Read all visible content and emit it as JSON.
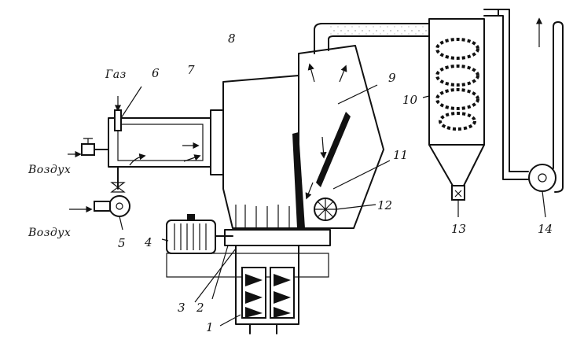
{
  "labels": {
    "gas": "Газ",
    "air_top": "Воздух",
    "air_bottom": "Воздух",
    "n1": "1",
    "n2": "2",
    "n3": "3",
    "n4": "4",
    "n5": "5",
    "n6": "6",
    "n7": "7",
    "n8": "8",
    "n9": "9",
    "n10": "10",
    "n11": "11",
    "n12": "12",
    "n13": "13",
    "n14": "14"
  }
}
